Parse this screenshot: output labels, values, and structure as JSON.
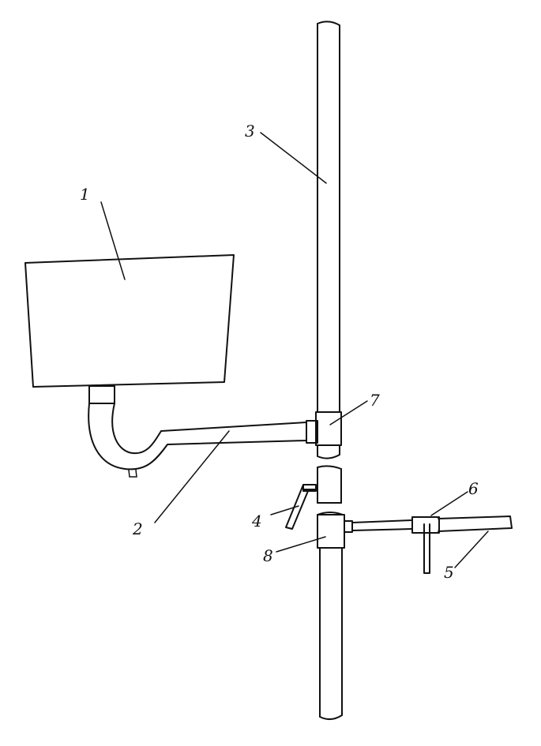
{
  "labels": {
    "tank": "1",
    "connecting_pipe": "2",
    "vertical_pipe": "3",
    "valve_handle": "4",
    "branch_pipe": "5",
    "branch_valve": "6",
    "upper_tee": "7",
    "lower_tee": "8"
  },
  "colors": {
    "line": "#111111",
    "background": "#ffffff"
  }
}
